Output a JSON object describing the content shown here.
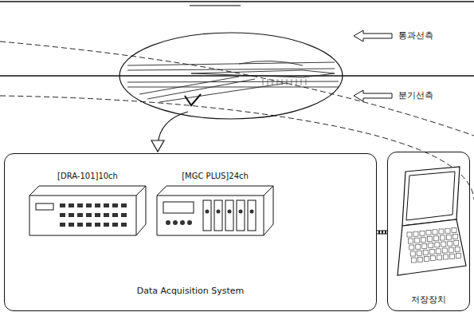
{
  "diagram": {
    "nodes": [
      {
        "text": [
          "Data Acquisition System"
        ]
      },
      {
        "text": [
          "[DRA-101]10ch"
        ],
        "in": 0
      },
      {
        "text": [
          "[MGC PLUS]24ch"
        ],
        "in": 0
      },
      {
        "text": [
          "저장장치"
        ]
      }
    ],
    "edges": [
      {
        "from": 0,
        "to": 3,
        "arrow": "none"
      }
    ],
    "labels": [
      "통과선측",
      "분기선측"
    ]
  }
}
